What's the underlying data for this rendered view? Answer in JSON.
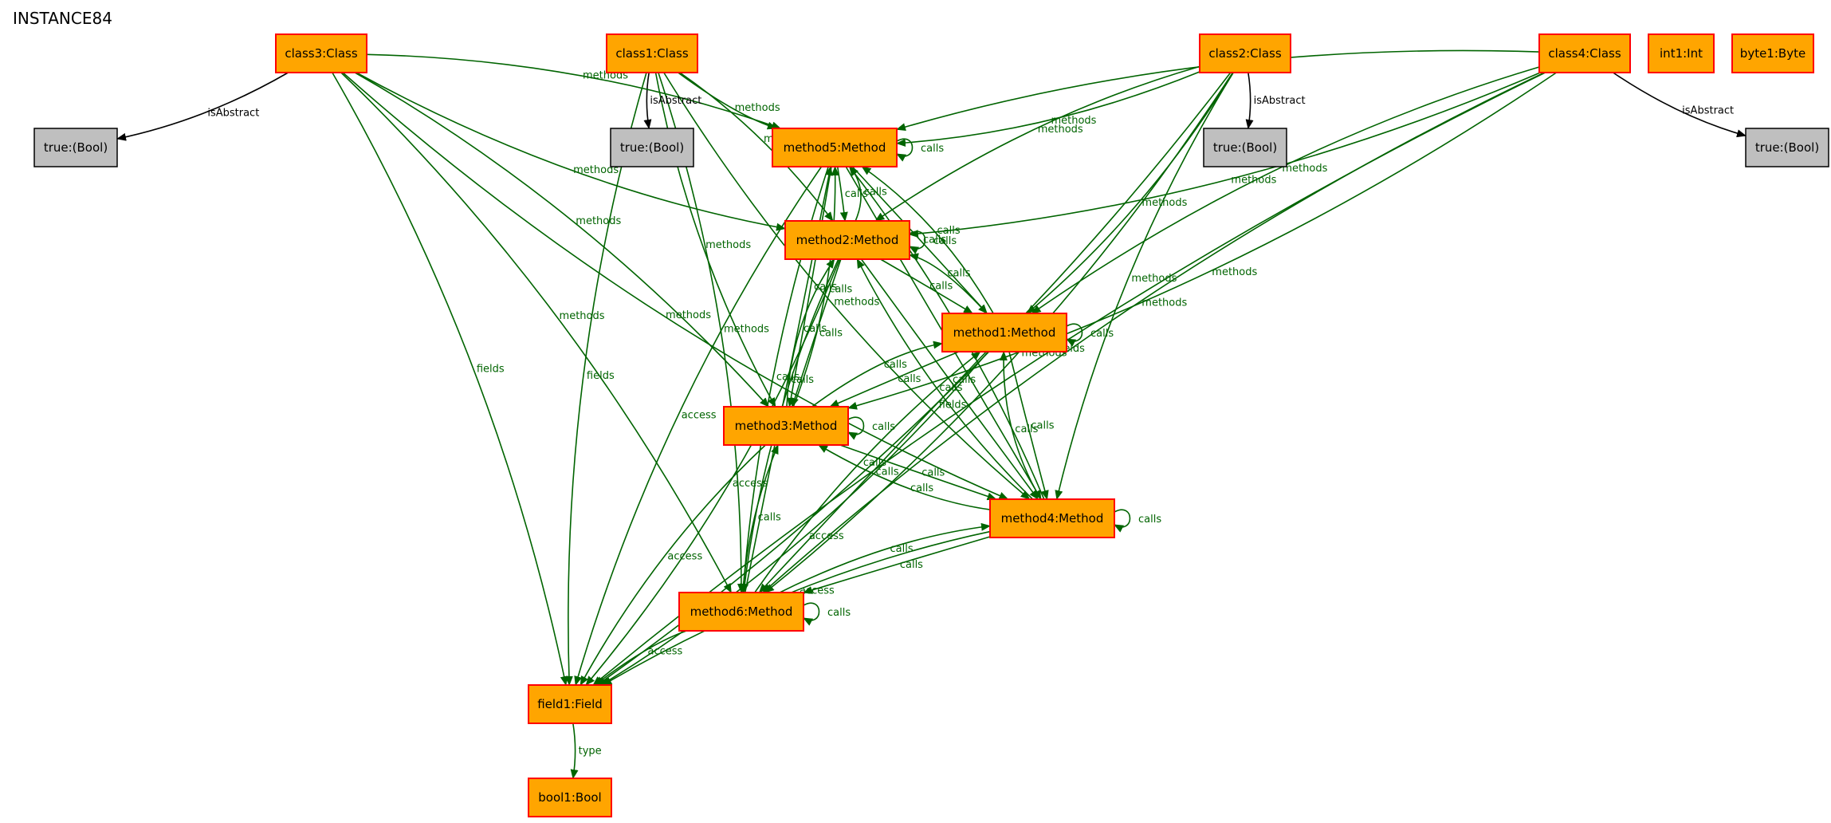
{
  "title": "INSTANCE84",
  "colors": {
    "object_fill": "#ffa500",
    "object_stroke": "#ff0000",
    "bool_fill": "#bfbfbf",
    "bool_stroke": "#000000",
    "green_edge": "#006400",
    "black_edge": "#000000"
  },
  "nodes": [
    {
      "id": "class3",
      "label": "class3:Class",
      "kind": "object"
    },
    {
      "id": "class1",
      "label": "class1:Class",
      "kind": "object"
    },
    {
      "id": "class2",
      "label": "class2:Class",
      "kind": "object"
    },
    {
      "id": "class4",
      "label": "class4:Class",
      "kind": "object"
    },
    {
      "id": "int1",
      "label": "int1:Int",
      "kind": "object"
    },
    {
      "id": "byte1",
      "label": "byte1:Byte",
      "kind": "object"
    },
    {
      "id": "true3",
      "label": "true:(Bool)",
      "kind": "bool"
    },
    {
      "id": "true1",
      "label": "true:(Bool)",
      "kind": "bool"
    },
    {
      "id": "true2",
      "label": "true:(Bool)",
      "kind": "bool"
    },
    {
      "id": "true4",
      "label": "true:(Bool)",
      "kind": "bool"
    },
    {
      "id": "method5",
      "label": "method5:Method",
      "kind": "object"
    },
    {
      "id": "method2",
      "label": "method2:Method",
      "kind": "object"
    },
    {
      "id": "method1",
      "label": "method1:Method",
      "kind": "object"
    },
    {
      "id": "method3",
      "label": "method3:Method",
      "kind": "object"
    },
    {
      "id": "method4",
      "label": "method4:Method",
      "kind": "object"
    },
    {
      "id": "method6",
      "label": "method6:Method",
      "kind": "object"
    },
    {
      "id": "field1",
      "label": "field1:Field",
      "kind": "object"
    },
    {
      "id": "bool1",
      "label": "bool1:Bool",
      "kind": "object"
    }
  ],
  "edges": [
    {
      "from": "class3",
      "to": "true3",
      "label": "isAbstract",
      "color": "black"
    },
    {
      "from": "class1",
      "to": "true1",
      "label": "isAbstract",
      "color": "black"
    },
    {
      "from": "class2",
      "to": "true2",
      "label": "isAbstract",
      "color": "black"
    },
    {
      "from": "class4",
      "to": "true4",
      "label": "isAbstract",
      "color": "black"
    },
    {
      "from": "class3",
      "to": "field1",
      "label": "fields",
      "color": "green"
    },
    {
      "from": "class1",
      "to": "field1",
      "label": "fields",
      "color": "green"
    },
    {
      "from": "class2",
      "to": "field1",
      "label": "fields",
      "color": "green"
    },
    {
      "from": "class4",
      "to": "field1",
      "label": "fields",
      "color": "green"
    },
    {
      "from": "class3",
      "to": "method5",
      "label": "methods",
      "color": "green"
    },
    {
      "from": "class3",
      "to": "method2",
      "label": "methods",
      "color": "green"
    },
    {
      "from": "class3",
      "to": "method3",
      "label": "methods",
      "color": "green"
    },
    {
      "from": "class3",
      "to": "method4",
      "label": "methods",
      "color": "green"
    },
    {
      "from": "class3",
      "to": "method6",
      "label": "methods",
      "color": "green"
    },
    {
      "from": "class1",
      "to": "method5",
      "label": "methods",
      "color": "green"
    },
    {
      "from": "class1",
      "to": "method2",
      "label": "methods",
      "color": "green"
    },
    {
      "from": "class1",
      "to": "method3",
      "label": "methods",
      "color": "green"
    },
    {
      "from": "class1",
      "to": "method6",
      "label": "methods",
      "color": "green"
    },
    {
      "from": "class1",
      "to": "method4",
      "label": "methods",
      "color": "green"
    },
    {
      "from": "class2",
      "to": "method5",
      "label": "methods",
      "color": "green"
    },
    {
      "from": "class2",
      "to": "method2",
      "label": "methods",
      "color": "green"
    },
    {
      "from": "class2",
      "to": "method1",
      "label": "methods",
      "color": "green"
    },
    {
      "from": "class2",
      "to": "method4",
      "label": "methods",
      "color": "green"
    },
    {
      "from": "class2",
      "to": "method6",
      "label": "methods",
      "color": "green"
    },
    {
      "from": "class4",
      "to": "method5",
      "label": "methods",
      "color": "green"
    },
    {
      "from": "class4",
      "to": "method2",
      "label": "methods",
      "color": "green"
    },
    {
      "from": "class4",
      "to": "method1",
      "label": "methods",
      "color": "green"
    },
    {
      "from": "class4",
      "to": "method3",
      "label": "methods",
      "color": "green"
    },
    {
      "from": "class4",
      "to": "method6",
      "label": "methods",
      "color": "green"
    },
    {
      "from": "method5",
      "to": "method5",
      "label": "calls",
      "color": "green"
    },
    {
      "from": "method5",
      "to": "method2",
      "label": "calls",
      "color": "green"
    },
    {
      "from": "method2",
      "to": "method5",
      "label": "calls",
      "color": "green"
    },
    {
      "from": "method5",
      "to": "method1",
      "label": "calls",
      "color": "green"
    },
    {
      "from": "method1",
      "to": "method5",
      "label": "calls",
      "color": "green"
    },
    {
      "from": "method5",
      "to": "method3",
      "label": "calls",
      "color": "green"
    },
    {
      "from": "method3",
      "to": "method5",
      "label": "calls",
      "color": "green"
    },
    {
      "from": "method5",
      "to": "method4",
      "label": "calls",
      "color": "green"
    },
    {
      "from": "method4",
      "to": "method5",
      "label": "calls",
      "color": "green"
    },
    {
      "from": "method6",
      "to": "method5",
      "label": "calls",
      "color": "green"
    },
    {
      "from": "method5",
      "to": "method6",
      "label": "calls",
      "color": "green"
    },
    {
      "from": "method5",
      "to": "field1",
      "label": "access",
      "color": "green"
    },
    {
      "from": "method2",
      "to": "method2",
      "label": "calls",
      "color": "green"
    },
    {
      "from": "method2",
      "to": "method1",
      "label": "calls",
      "color": "green"
    },
    {
      "from": "method1",
      "to": "method2",
      "label": "calls",
      "color": "green"
    },
    {
      "from": "method2",
      "to": "method3",
      "label": "calls",
      "color": "green"
    },
    {
      "from": "method3",
      "to": "method2",
      "label": "calls",
      "color": "green"
    },
    {
      "from": "method2",
      "to": "method4",
      "label": "calls",
      "color": "green"
    },
    {
      "from": "method4",
      "to": "method2",
      "label": "calls",
      "color": "green"
    },
    {
      "from": "method2",
      "to": "method6",
      "label": "calls",
      "color": "green"
    },
    {
      "from": "method2",
      "to": "field1",
      "label": "access",
      "color": "green"
    },
    {
      "from": "method1",
      "to": "method1",
      "label": "calls",
      "color": "green"
    },
    {
      "from": "method1",
      "to": "method3",
      "label": "calls",
      "color": "green"
    },
    {
      "from": "method3",
      "to": "method1",
      "label": "calls",
      "color": "green"
    },
    {
      "from": "method1",
      "to": "method4",
      "label": "calls",
      "color": "green"
    },
    {
      "from": "method4",
      "to": "method1",
      "label": "calls",
      "color": "green"
    },
    {
      "from": "method1",
      "to": "method6",
      "label": "calls",
      "color": "green"
    },
    {
      "from": "method6",
      "to": "method1",
      "label": "calls",
      "color": "green"
    },
    {
      "from": "method1",
      "to": "field1",
      "label": "access",
      "color": "green"
    },
    {
      "from": "method3",
      "to": "method3",
      "label": "calls",
      "color": "green"
    },
    {
      "from": "method3",
      "to": "method4",
      "label": "calls",
      "color": "green"
    },
    {
      "from": "method4",
      "to": "method3",
      "label": "calls",
      "color": "green"
    },
    {
      "from": "method6",
      "to": "method3",
      "label": "calls",
      "color": "green"
    },
    {
      "from": "method3",
      "to": "field1",
      "label": "access",
      "color": "green"
    },
    {
      "from": "method4",
      "to": "method4",
      "label": "calls",
      "color": "green"
    },
    {
      "from": "method4",
      "to": "method6",
      "label": "calls",
      "color": "green"
    },
    {
      "from": "method6",
      "to": "method4",
      "label": "calls",
      "color": "green"
    },
    {
      "from": "method4",
      "to": "field1",
      "label": "access",
      "color": "green"
    },
    {
      "from": "method6",
      "to": "method6",
      "label": "calls",
      "color": "green"
    },
    {
      "from": "method6",
      "to": "field1",
      "label": "access",
      "color": "green"
    },
    {
      "from": "field1",
      "to": "bool1",
      "label": "type",
      "color": "green"
    }
  ]
}
